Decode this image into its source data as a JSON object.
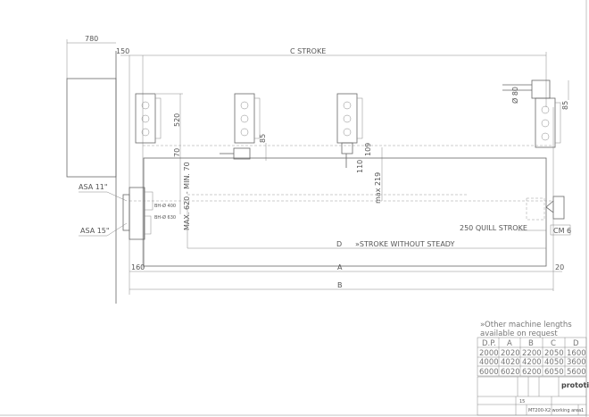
{
  "drawing": {
    "dimensions": {
      "wall_width": "780",
      "offset_150": "150",
      "c_stroke": "C  STROKE",
      "head_height": "520",
      "gap_70": "70",
      "max_min": "MAX. 620 - MIN. 70",
      "h85_a": "85",
      "h109": "109",
      "h110": "110",
      "max219": "max 219",
      "dia80": "Ø 80",
      "h85_b": "85",
      "d_label": "D",
      "stroke_without_steady": "»STROKE WITHOUT STEADY",
      "offset_160": "160",
      "a_label": "A",
      "offset_20": "20",
      "b_label": "B",
      "quill_stroke": "250 QUILL  STROKE",
      "cm6": "CM 6",
      "asa11": "ASA 11\"",
      "asa15": "ASA 15\"",
      "bh400": "BH-Ø 400",
      "bh630": "BH-Ø 630"
    },
    "note": {
      "line1": "»Other machine lengths",
      "line2": "available on request"
    },
    "table": {
      "headers": [
        "D.P.",
        "A",
        "B",
        "C",
        "D"
      ],
      "rows": [
        [
          "2000",
          "2020",
          "2200",
          "2050",
          "1600"
        ],
        [
          "4000",
          "4020",
          "4200",
          "4050",
          "3600"
        ],
        [
          "6000",
          "6020",
          "6200",
          "6050",
          "5600"
        ]
      ]
    },
    "title_block": {
      "brand": "prototipo",
      "title": "MT200-X2 working area",
      "scale": "15",
      "sheet": "1"
    }
  }
}
